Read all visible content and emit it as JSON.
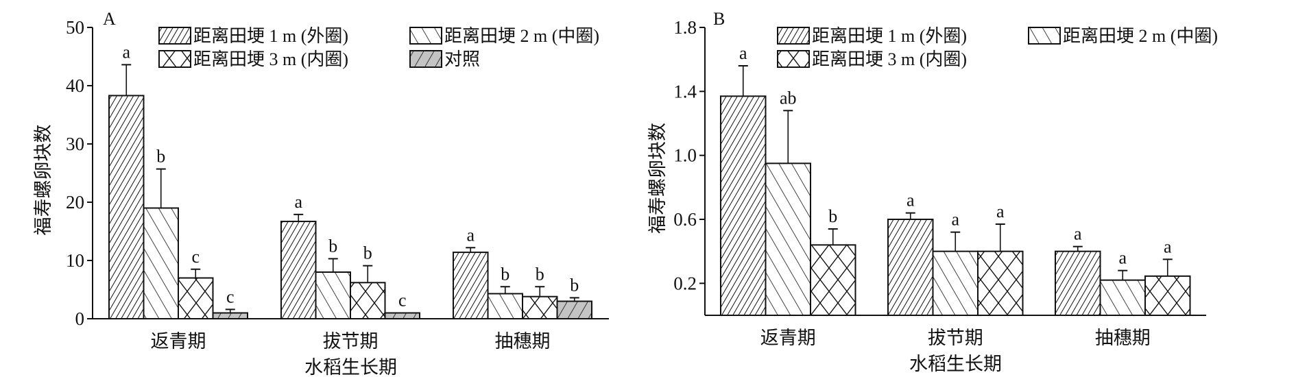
{
  "chart_data": [
    {
      "type": "bar",
      "panel_label": "A",
      "categories": [
        "返青期",
        "拔节期",
        "抽穗期"
      ],
      "xlabel": "水稻生长期",
      "ylabel": "福寿螺卵块数",
      "ylim": [
        0,
        50
      ],
      "yticks": [
        "0",
        "10",
        "20",
        "30",
        "40",
        "50"
      ],
      "ytick_values": [
        0,
        10,
        20,
        30,
        40,
        50
      ],
      "legend_placement": "top",
      "series": [
        {
          "name": "距离田埂 1 m (外圈)",
          "pattern": "dense-diagonal",
          "values": [
            38.3,
            16.7,
            11.4
          ],
          "error_upper": [
            43.6,
            17.9,
            12.2
          ],
          "letters": [
            "a",
            "a",
            "a"
          ]
        },
        {
          "name": "距离田埂 2 m (中圈)",
          "pattern": "back-diagonal",
          "values": [
            19.0,
            8.0,
            4.3
          ],
          "error_upper": [
            25.7,
            10.3,
            5.5
          ],
          "letters": [
            "b",
            "b",
            "b"
          ]
        },
        {
          "name": "距离田埂 3 m (内圈)",
          "pattern": "crosshatch",
          "values": [
            7.0,
            6.2,
            3.8
          ],
          "error_upper": [
            8.5,
            9.1,
            5.5
          ],
          "letters": [
            "c",
            "b",
            "b"
          ]
        },
        {
          "name": "对照",
          "pattern": "gray-diagonal",
          "values": [
            1.0,
            1.0,
            3.0
          ],
          "error_upper": [
            1.6,
            1.0,
            3.6
          ],
          "letters": [
            "c",
            "c",
            "b"
          ]
        }
      ]
    },
    {
      "type": "bar",
      "panel_label": "B",
      "categories": [
        "返青期",
        "拔节期",
        "抽穗期"
      ],
      "xlabel": "水稻生长期",
      "ylabel": "福寿螺卵块数",
      "ylim": [
        0,
        1.8
      ],
      "yticks": [
        "0.2",
        "0.6",
        "1.0",
        "1.4",
        "1.8"
      ],
      "ytick_values": [
        0.2,
        0.6,
        1.0,
        1.4,
        1.8
      ],
      "legend_placement": "top",
      "series": [
        {
          "name": "距离田埂 1 m (外圈)",
          "pattern": "dense-diagonal",
          "values": [
            1.37,
            0.6,
            0.4
          ],
          "error_upper": [
            1.56,
            0.64,
            0.43
          ],
          "letters": [
            "a",
            "a",
            "a"
          ]
        },
        {
          "name": "距离田埂 2 m (中圈)",
          "pattern": "back-diagonal",
          "values": [
            0.95,
            0.4,
            0.22
          ],
          "error_upper": [
            1.28,
            0.52,
            0.28
          ],
          "letters": [
            "ab",
            "a",
            "a"
          ]
        },
        {
          "name": "距离田埂 3 m (内圈)",
          "pattern": "crosshatch",
          "values": [
            0.44,
            0.4,
            0.245
          ],
          "error_upper": [
            0.54,
            0.57,
            0.35
          ],
          "letters": [
            "b",
            "a",
            "a"
          ]
        }
      ]
    }
  ]
}
